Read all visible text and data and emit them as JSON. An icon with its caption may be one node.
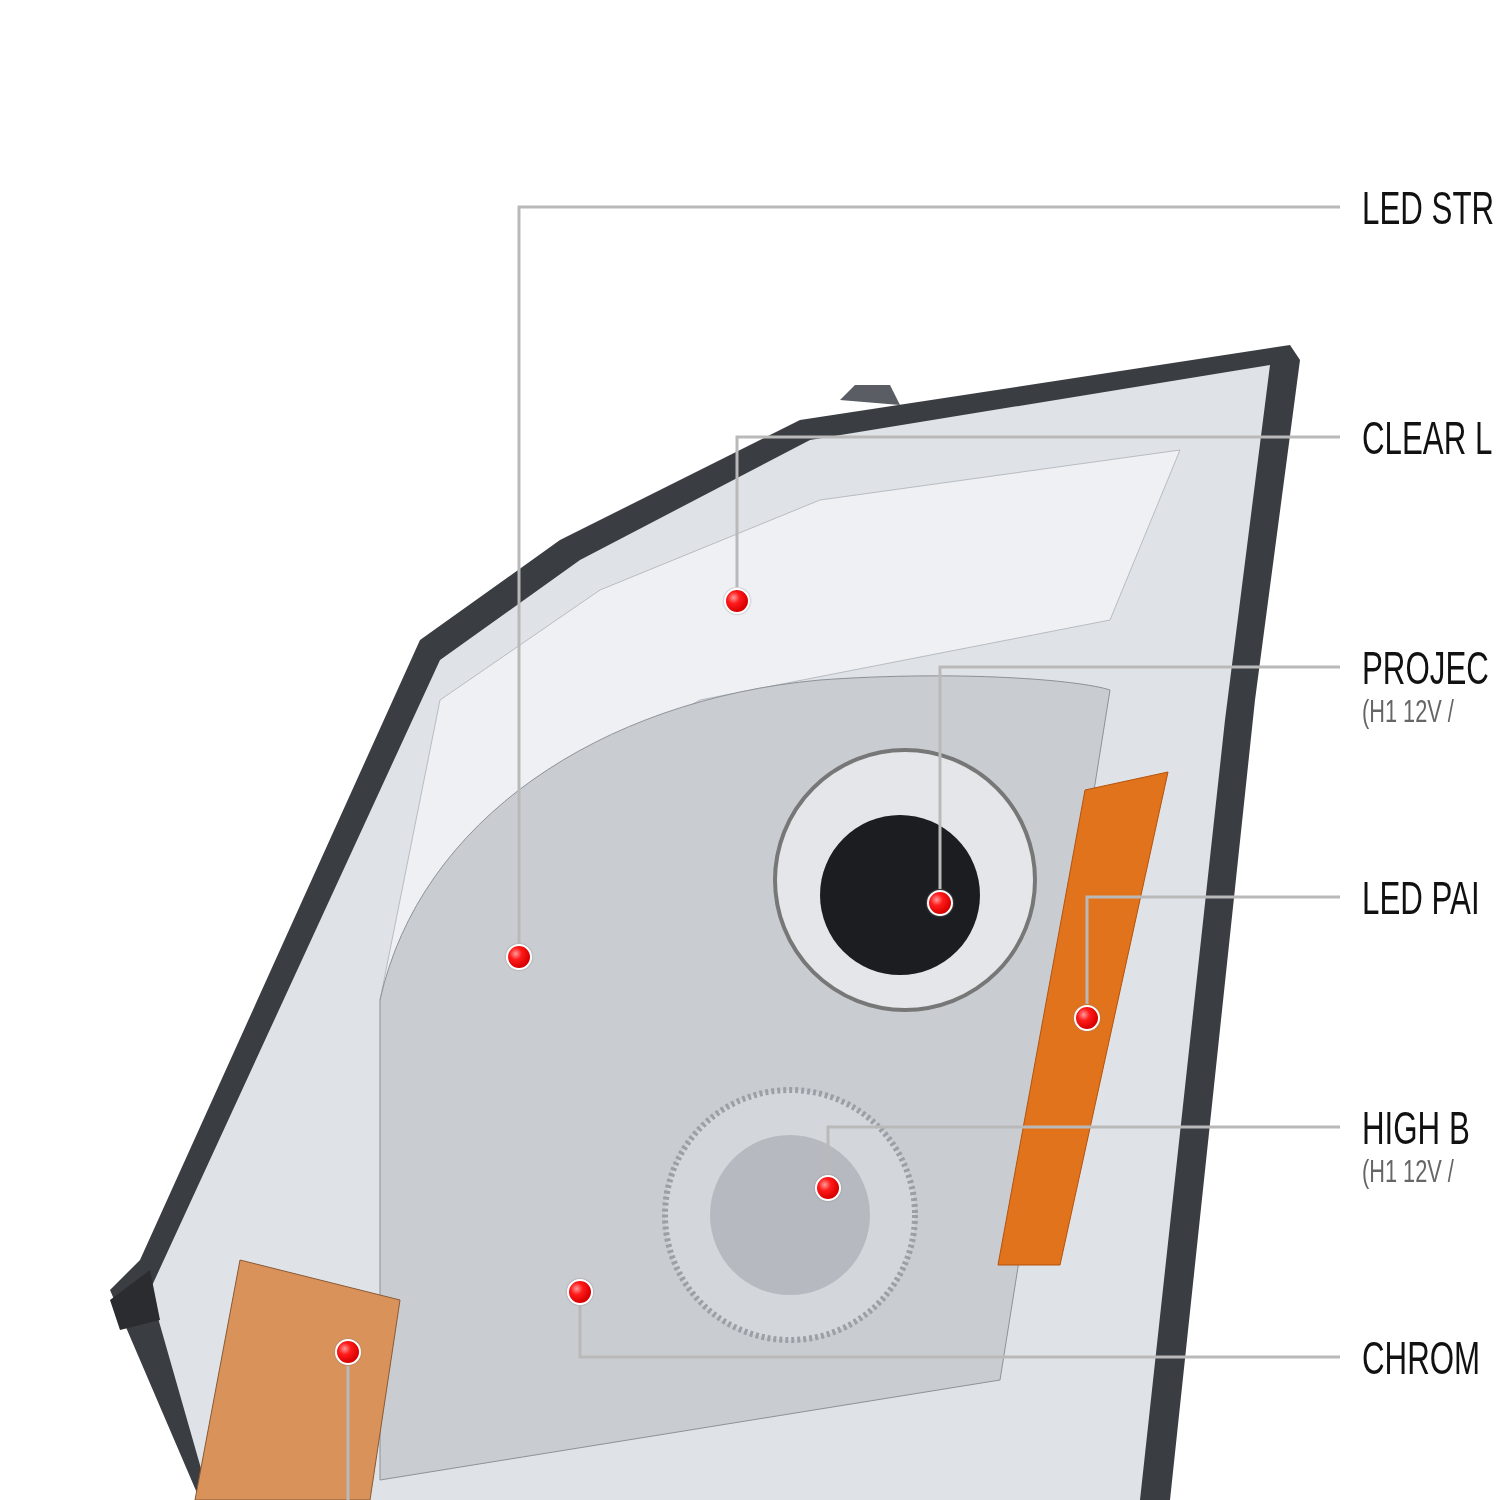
{
  "diagram": {
    "nodes": [
      {
        "text": [
          "LED STR"
        ]
      },
      {
        "text": [
          "CLEAR L"
        ]
      },
      {
        "text": [
          "PROJEC",
          "(H1 12V /"
        ]
      },
      {
        "text": [
          "LED PAI"
        ]
      },
      {
        "text": [
          "HIGH B",
          "(H1 12V /"
        ]
      },
      {
        "text": [
          "CHROM"
        ]
      },
      {
        "text": [],
        "shape": "circle"
      },
      {
        "text": [],
        "shape": "circle"
      },
      {
        "text": [],
        "shape": "circle"
      },
      {
        "text": [],
        "shape": "circle"
      },
      {
        "text": [],
        "shape": "circle"
      },
      {
        "text": [],
        "shape": "circle"
      },
      {
        "text": [],
        "shape": "circle"
      }
    ],
    "edges": [
      {
        "from": 0,
        "to": 7,
        "arrow": "none"
      },
      {
        "from": 1,
        "to": 9,
        "arrow": "none"
      },
      {
        "from": 2,
        "to": 11,
        "arrow": "none"
      },
      {
        "from": 3,
        "to": 12,
        "arrow": "none"
      },
      {
        "from": 4,
        "to": 10,
        "arrow": "none"
      },
      {
        "from": 5,
        "to": 8,
        "arrow": "none"
      },
      {
        "from": 6,
        "to": null,
        "arrow": "none"
      }
    ]
  }
}
